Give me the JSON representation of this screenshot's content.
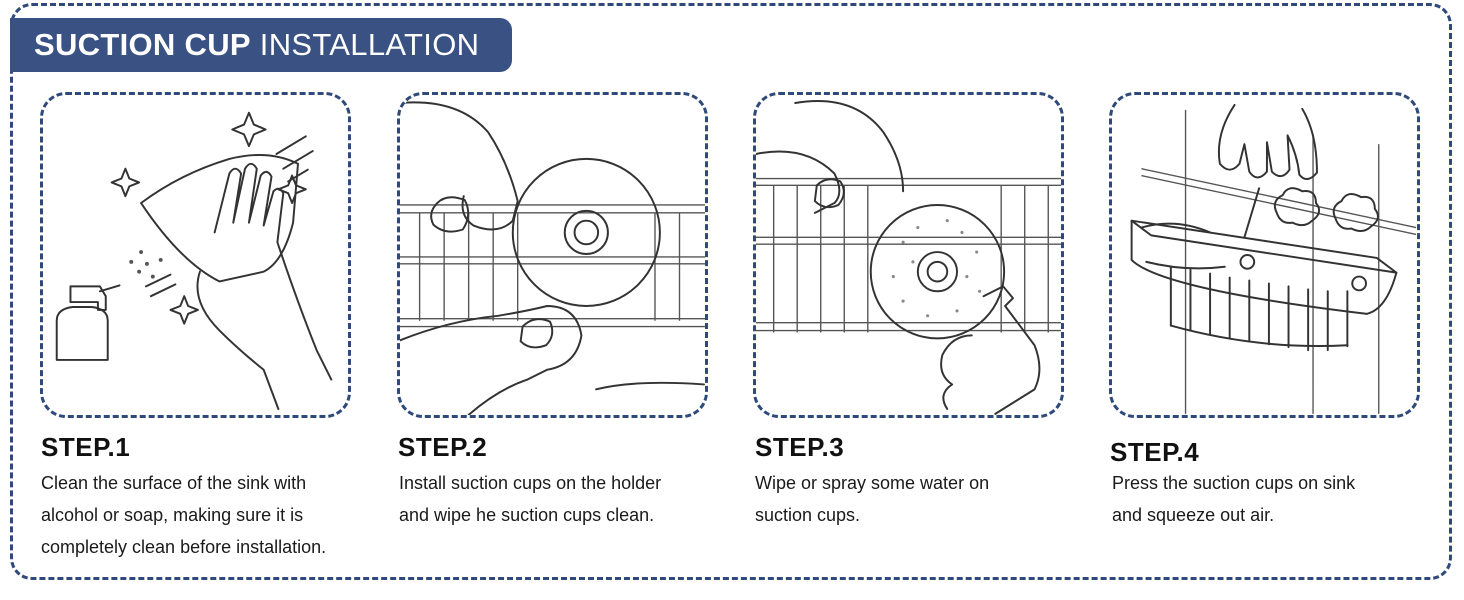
{
  "header": {
    "title_bold": "SUCTION CUP",
    "title_regular": "INSTALLATION"
  },
  "steps": [
    {
      "title": "STEP.1",
      "lines": [
        "Clean the surface of the sink with",
        "alcohol or soap, making sure it is",
        "completely clean before installation."
      ],
      "illustration": "cleaning-spray-icon"
    },
    {
      "title": "STEP.2",
      "lines": [
        "Install suction cups on the holder",
        "and wipe he suction cups clean."
      ],
      "illustration": "wipe-suction-cup-icon"
    },
    {
      "title": "STEP.3",
      "lines": [
        "Wipe or spray some water on",
        "suction cups."
      ],
      "illustration": "spray-suction-cup-icon"
    },
    {
      "title": "STEP.4",
      "lines": [
        "Press the suction cups on sink",
        "and squeeze out air."
      ],
      "illustration": "press-holder-icon"
    }
  ],
  "colors": {
    "accent": "#3a5283",
    "border": "#2f4a7a"
  }
}
